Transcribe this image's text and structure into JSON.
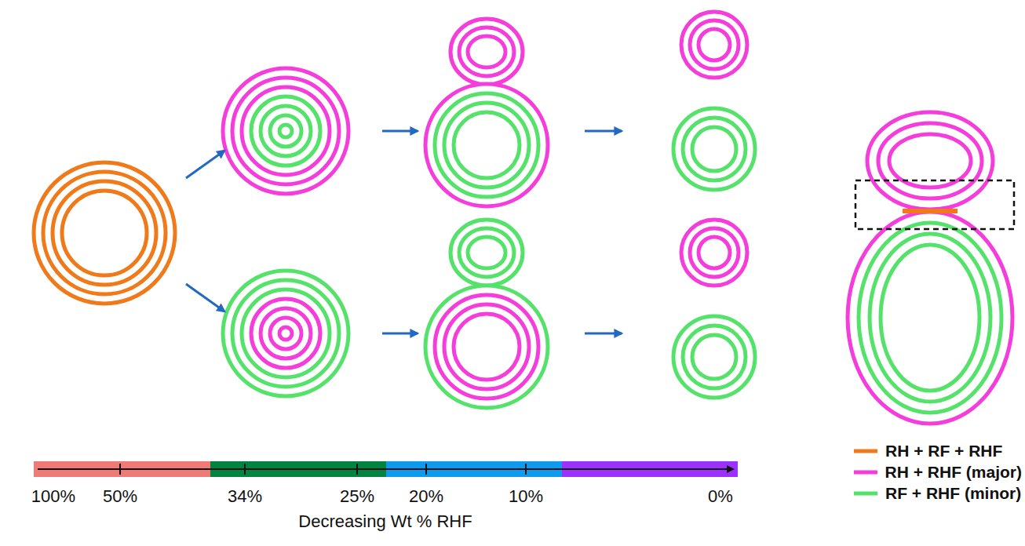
{
  "diagram": {
    "labels": [
      "100%",
      "50%",
      "34%",
      "25%",
      "20%",
      "10%",
      "0%",
      "Decreasing Wt % RHF"
    ],
    "legend": [
      {
        "text": "RH + RF + RHF"
      },
      {
        "text": "RH + RHF (major)"
      },
      {
        "text": "RF + RHF (minor)"
      }
    ]
  }
}
